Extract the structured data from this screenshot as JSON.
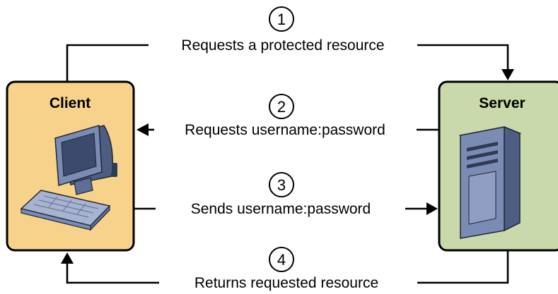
{
  "nodes": {
    "client": {
      "label": "Client",
      "color": "#f7d28a",
      "icon": "desktop-computer-icon"
    },
    "server": {
      "label": "Server",
      "color": "#c9d9ab",
      "icon": "server-tower-icon"
    }
  },
  "steps": [
    {
      "number": "1",
      "label": "Requests a protected resource",
      "direction": "client-to-server"
    },
    {
      "number": "2",
      "label": "Requests username:password",
      "direction": "server-to-client"
    },
    {
      "number": "3",
      "label": "Sends username:password",
      "direction": "client-to-server"
    },
    {
      "number": "4",
      "label": "Returns requested resource",
      "direction": "server-to-client"
    }
  ]
}
